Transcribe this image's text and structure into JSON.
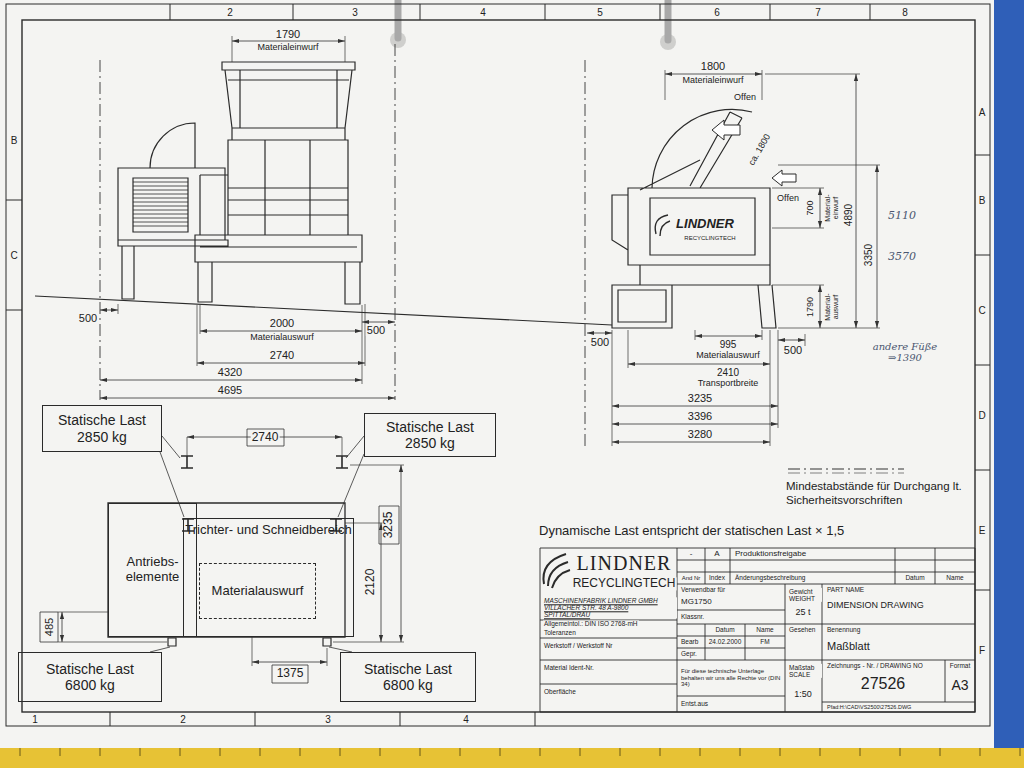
{
  "diagram": {
    "nodes": [
      {
        "text": [
          "Statische Last",
          "2850 kg"
        ]
      },
      {
        "text": [
          "Statische Last",
          "2850 kg"
        ]
      },
      {
        "text": [
          "Antriebs- elemente"
        ]
      },
      {
        "text": [
          "Trichter- und Schneidbereich"
        ]
      },
      {
        "text": [
          "Materialauswurf"
        ],
        "in": 3
      },
      {
        "text": [
          "Statische Last",
          "6800 kg"
        ]
      },
      {
        "text": [
          "Statische Last",
          "6800 kg"
        ]
      }
    ],
    "labels": [
      "2",
      "3",
      "4",
      "5",
      "6",
      "7",
      "8",
      "B",
      "C",
      "A",
      "B",
      "C",
      "D",
      "E",
      "F",
      "1",
      "2",
      "3",
      "4",
      "1790",
      "Materialeinwurf",
      "500",
      "500",
      "2000",
      "Materialauswurf",
      "2740",
      "4320",
      "4695",
      "1800",
      "Materialeinwurf",
      "Offen",
      "ca. 1800",
      "Offen",
      "700",
      "Material- einwurf",
      "4890",
      "5110",
      "3570",
      "3350",
      "1790",
      "Material- auswurf",
      "andere Füße ⇒1390",
      "500",
      "500",
      "995",
      "Materialauswurf",
      "2410",
      "Transportbreite",
      "3235",
      "3396",
      "3280",
      "LINDNER",
      "RECYCLINGTECH",
      "2740",
      "3235",
      "2120",
      "485",
      "1375",
      "Dynamische Last entspricht der statischen Last × 1,5",
      "LINDNER",
      "RECYCLINGTECH",
      "MASCHINENFABRIK LINDNER GMBH VILLACHER STR. 48 A-9800 SPITTAL/DRAU",
      "Allgemeintol.: DIN ISO 2768-mH",
      "Toleranzen",
      "Werkstoff / Werkstoff Nr",
      "Material Ident-Nr.",
      "Oberfläche",
      "-",
      "A",
      "Produktionsfreigabe",
      "And Nr",
      "Index",
      "Änderungsbeschreibung",
      "Datum",
      "Name",
      "Verwendbar für",
      "MG1750",
      "Klassnr.",
      "Datum",
      "Name",
      "Bearb",
      "24.02.2000",
      "FM",
      "Gepr.",
      "Für diese technische Unterlage behalten wir uns alle Rechte vor (DIN 34)",
      "Entst.aus",
      "Gewicht WEIGHT",
      "25 t",
      "Gesehen",
      "Maßstab SCALE",
      "1:50",
      "PART NAME",
      "DIMENSION DRAWING",
      "Benennung",
      "Maßblatt",
      "Zeichnungs - Nr. / DRAWING NO",
      "27526",
      "Format",
      "A3",
      "Pfad:H:\\CAD\\VS2500\\27526.DWG"
    ],
    "legend": [
      {
        "text": "Mindestabstände für Durchgang lt. Sicherheitsvorschriften"
      }
    ]
  }
}
